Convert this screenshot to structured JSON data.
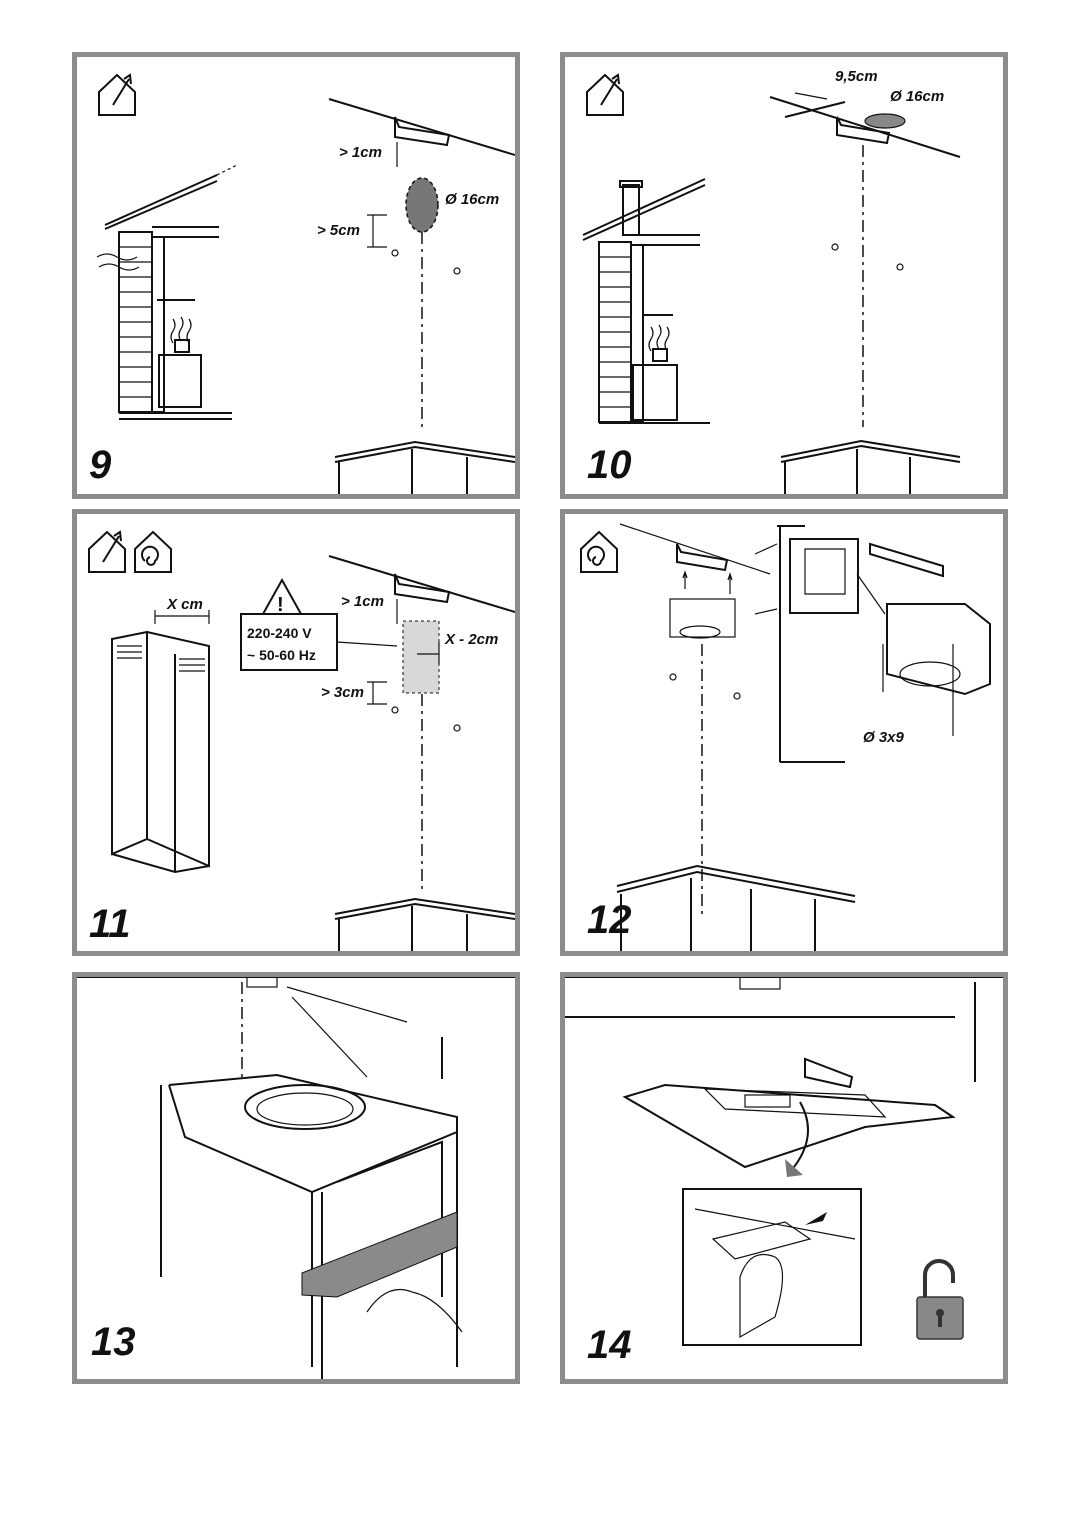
{
  "panels": [
    {
      "id": "9",
      "number": "9",
      "icons": [
        "house-exhaust-icon"
      ],
      "labels": {
        "gap_top": "> 1cm",
        "diameter": "Ø 16cm",
        "gap_bottom": "> 5cm"
      }
    },
    {
      "id": "10",
      "number": "10",
      "icons": [
        "house-exhaust-icon"
      ],
      "labels": {
        "offset": "9,5cm",
        "diameter": "Ø 16cm"
      }
    },
    {
      "id": "11",
      "number": "11",
      "icons": [
        "house-exhaust-icon",
        "house-recirculation-icon"
      ],
      "labels": {
        "chimney_width": "X cm",
        "gap_top": "> 1cm",
        "socket_offset": "X - 2cm",
        "gap_bottom": "> 3cm",
        "voltage": "220-240 V",
        "frequency": "~ 50-60 Hz"
      }
    },
    {
      "id": "12",
      "number": "12",
      "icons": [
        "house-recirculation-icon"
      ],
      "labels": {
        "screw": "Ø 3x9"
      }
    },
    {
      "id": "13",
      "number": "13",
      "icons": [],
      "labels": {}
    },
    {
      "id": "14",
      "number": "14",
      "icons": [
        "unlock-padlock-icon"
      ],
      "labels": {}
    }
  ]
}
